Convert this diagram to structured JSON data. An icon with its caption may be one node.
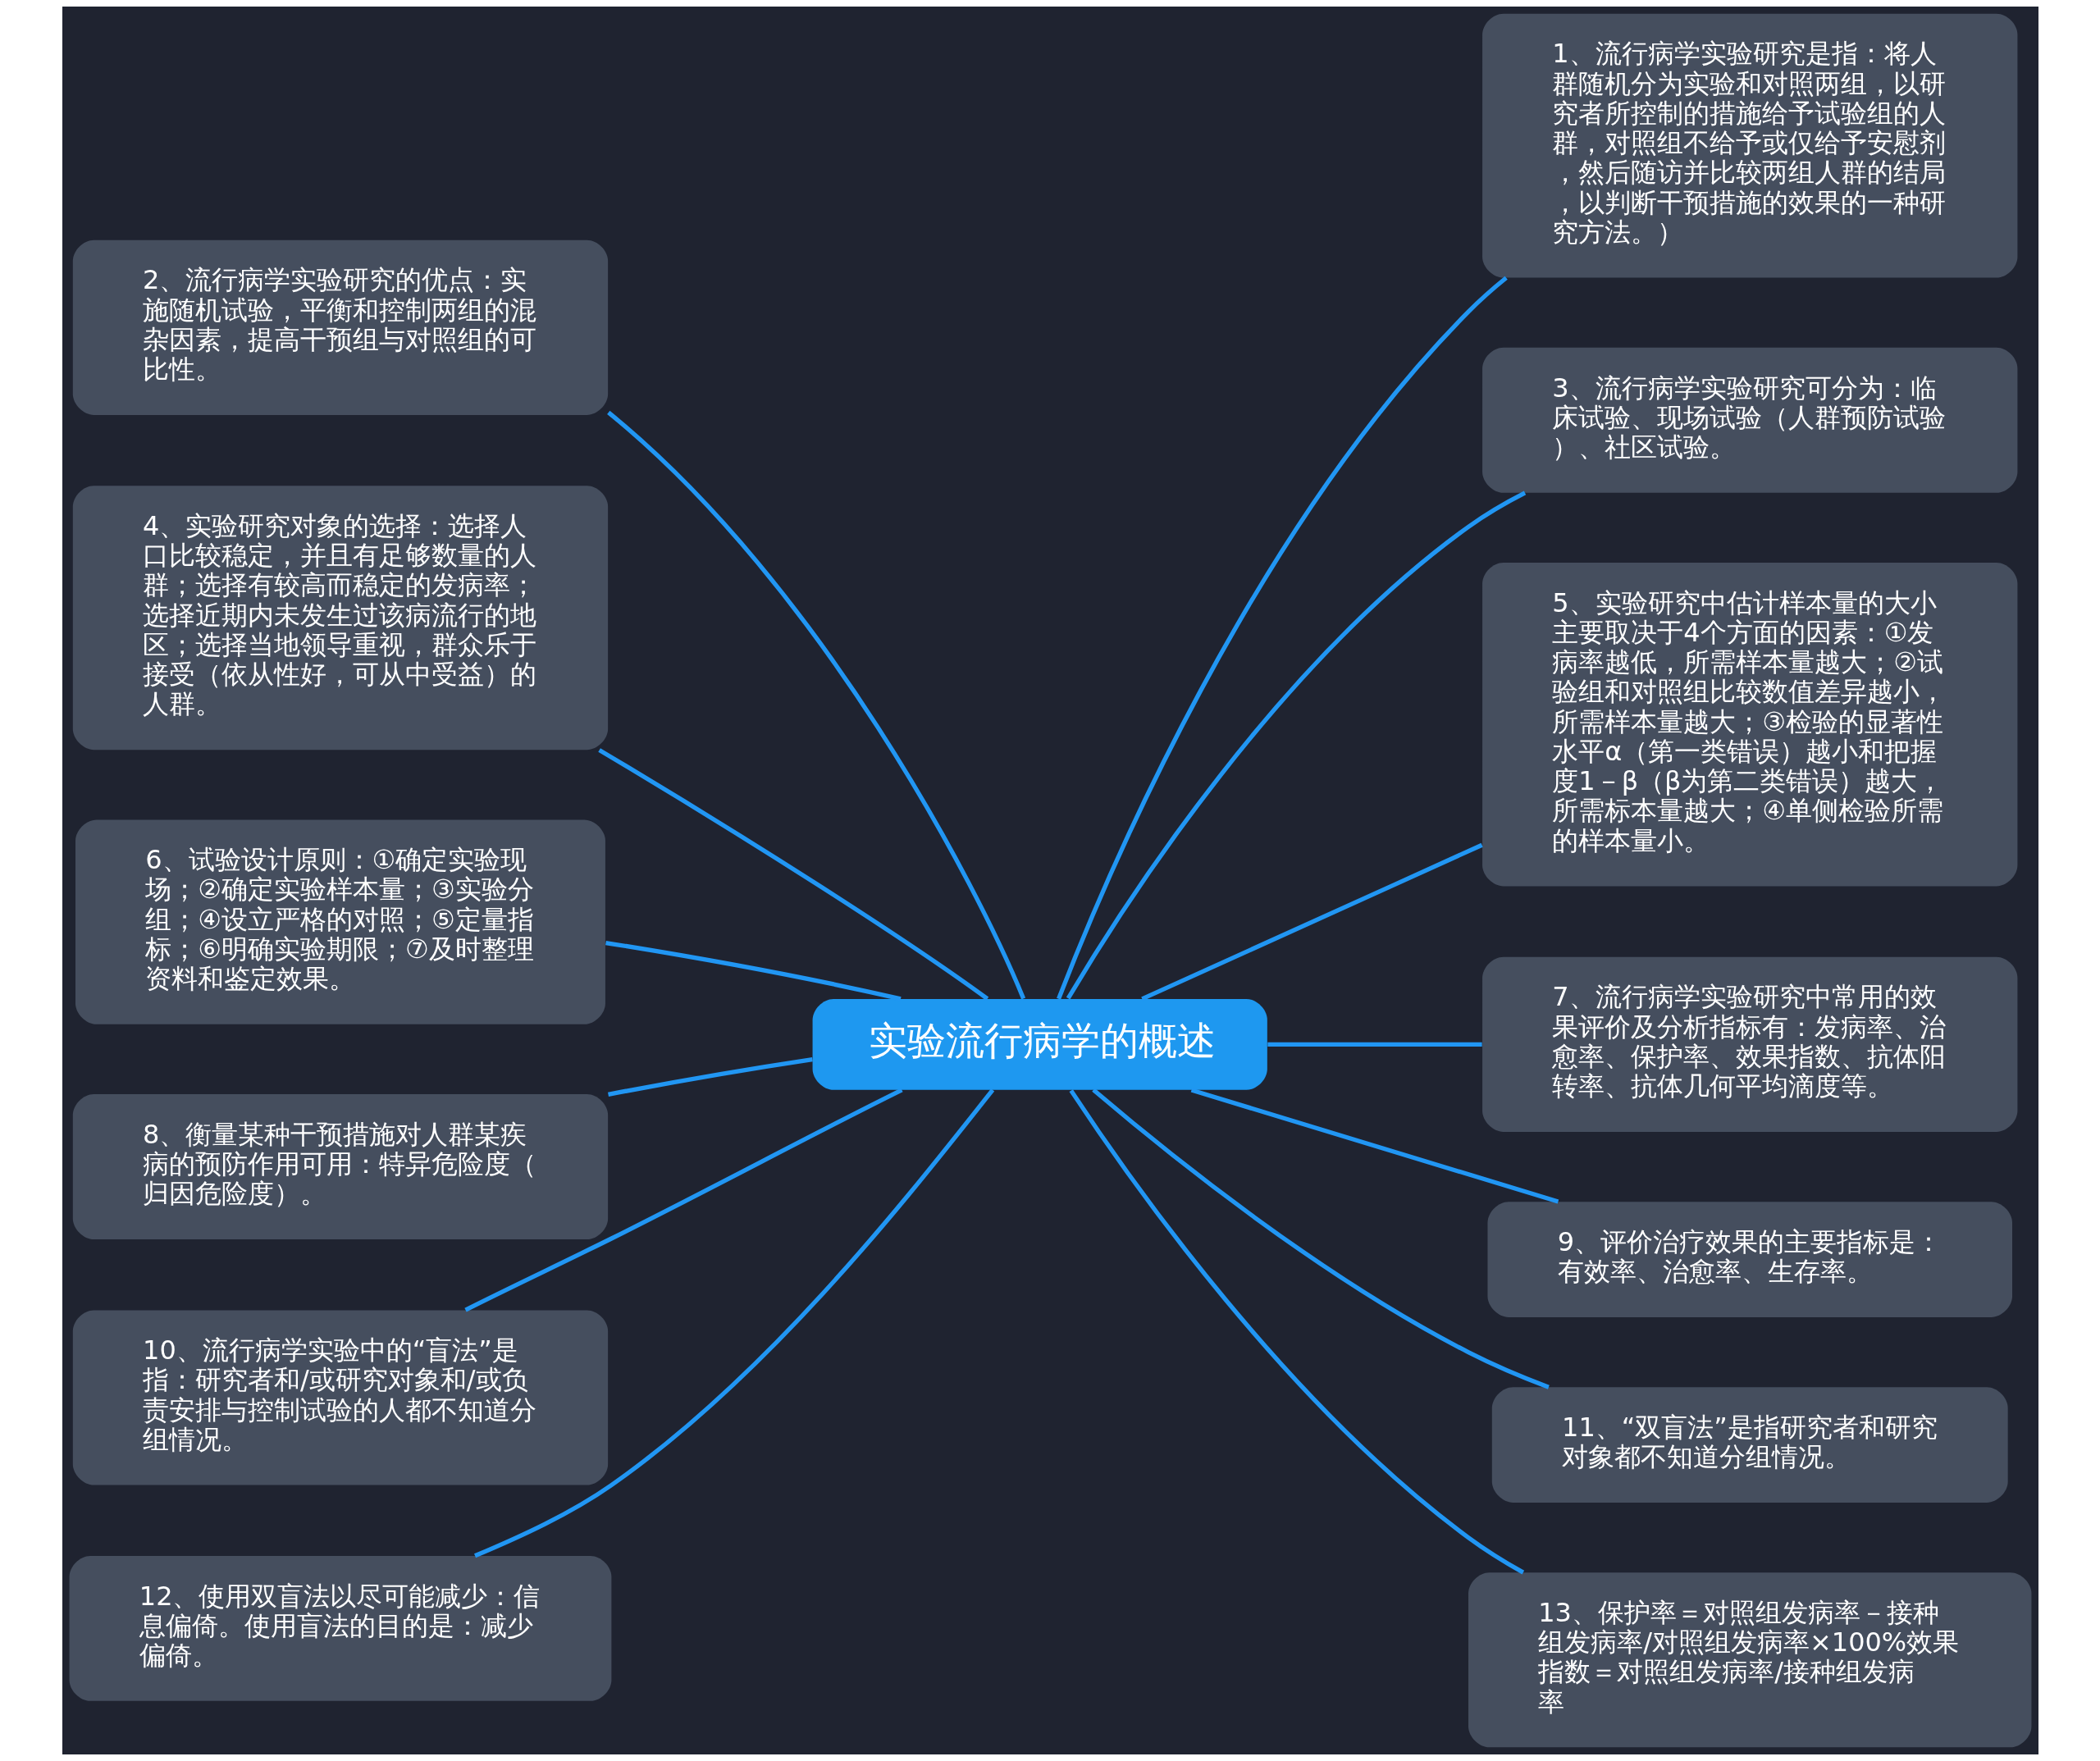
{
  "diagram": {
    "nodes": [
      {
        "text": [
          "实验流行病学的概述"
        ]
      },
      {
        "text": [
          "1、流行病学实验研究是指：将人群随机分为实验和对照两组，以研究者所控制的措施给予试验组的人群，对照组不给予或仅给予安慰剂，然后随访并比较两组人群的结局，以判断干预措施的效果的一种研究方法。）"
        ]
      },
      {
        "text": [
          "2、流行病学实验研究的优点：实施随机试验，平衡和控制两组的混杂因素，提高干预组与对照组的可比性。"
        ]
      },
      {
        "text": [
          "3、流行病学实验研究可分为：临床试验、现场试验（人群预防试验）、社区试验。"
        ]
      },
      {
        "text": [
          "4、实验研究对象的选择：选择人口比较稳定，并且有足够数量的人群；选择有较高而稳定的发病率；选择近期内未发生过该病流行的地区；选择当地领导重视，群众乐于接受（依从性好，可从中受益）的人群。"
        ]
      },
      {
        "text": [
          "5、实验研究中估计样本量的大小主要取决于4个方面的因素：①发病率越低，所需样本量越大；②试验组和对照组比较数值差异越小，所需样本量越大；③检验的显著性水平α（第一类错误）越小和把握度1－β（β为第二类错误）越大，所需标本量越大；④单侧检验所需的样本量小。"
        ]
      },
      {
        "text": [
          "6、试验设计原则：①确定实验现场；②确定实验样本量；③实验分组；④设立严格的对照；⑤定量指标；⑥明确实验期限；⑦及时整理资料和鉴定效果。"
        ]
      },
      {
        "text": [
          "7、流行病学实验研究中常用的效果评价及分析指标有：发病率、治愈率、保护率、效果指数、抗体阳转率、抗体几何平均滴度等。"
        ]
      },
      {
        "text": [
          "8、衡量某种干预措施对人群某疾病的预防作用可用：特异危险度（归因危险度）。"
        ]
      },
      {
        "text": [
          "9、评价治疗效果的主要指标是：有效率、治愈率、生存率。"
        ]
      },
      {
        "text": [
          "10、流行病学实验中的“盲法”是指：研究者和/或研究对象和/或负责安排与控制试验的人都不知道分组情况。"
        ]
      },
      {
        "text": [
          "11、“双盲法”是指研究者和研究对象都不知道分组情况。"
        ]
      },
      {
        "text": [
          "12、使用双盲法以尽可能减少：信息偏倚。使用盲法的目的是：减少偏倚。"
        ]
      },
      {
        "text": [
          "13、保护率＝对照组发病率－接种组发病率/对照组发病率×100%效果指数＝对照组发病率/接种组发病率"
        ]
      }
    ],
    "edges": [
      {
        "from": 0,
        "to": 1,
        "arrow": "none"
      },
      {
        "from": 0,
        "to": 2,
        "arrow": "none"
      },
      {
        "from": 0,
        "to": 3,
        "arrow": "none"
      },
      {
        "from": 0,
        "to": 4,
        "arrow": "none"
      },
      {
        "from": 0,
        "to": 5,
        "arrow": "none"
      },
      {
        "from": 0,
        "to": 6,
        "arrow": "none"
      },
      {
        "from": 0,
        "to": 7,
        "arrow": "none"
      },
      {
        "from": 0,
        "to": 8,
        "arrow": "none"
      },
      {
        "from": 0,
        "to": 9,
        "arrow": "none"
      },
      {
        "from": 0,
        "to": 10,
        "arrow": "none"
      },
      {
        "from": 0,
        "to": 11,
        "arrow": "none"
      },
      {
        "from": 0,
        "to": 12,
        "arrow": "none"
      },
      {
        "from": 0,
        "to": 13,
        "arrow": "none"
      }
    ]
  }
}
